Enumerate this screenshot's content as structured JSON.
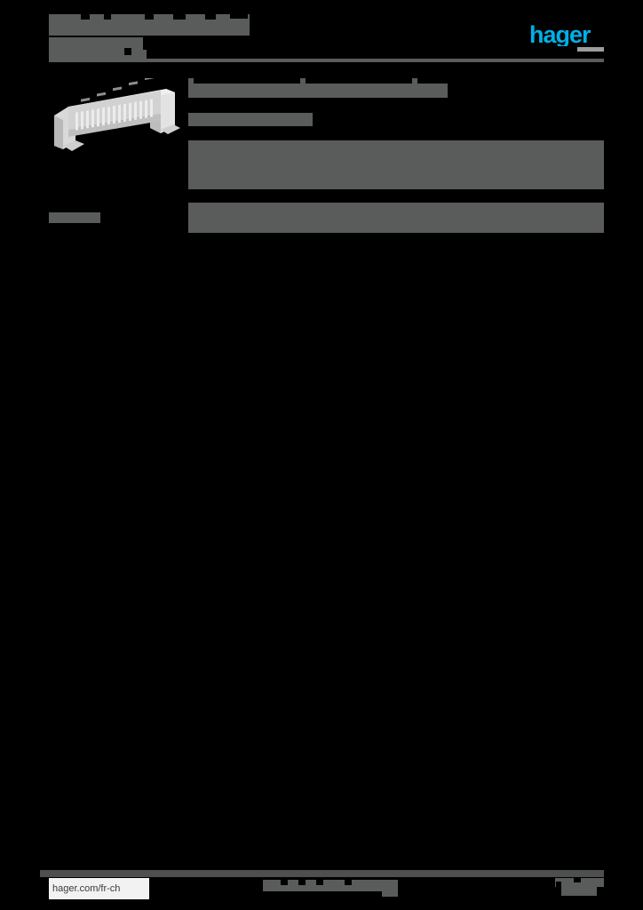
{
  "document": {
    "type": "product-datasheet",
    "page_background": "#000000",
    "redaction_color": "#5a5c5c",
    "title_line_1": "",
    "title_line_2": ""
  },
  "brand": {
    "logo_text": "hager",
    "logo_color": "#00b0e6",
    "logo_underline_color": "#9d9d9d"
  },
  "product_image": {
    "icon": "busbar-terminal-block-image",
    "alt": "",
    "color": "#dcdcdc"
  },
  "description": {
    "line_1": "",
    "line_2": ""
  },
  "content_blocks": [
    {
      "name": "specification-block-1",
      "text": ""
    },
    {
      "name": "specification-block-2",
      "text": ""
    }
  ],
  "row_label": {
    "text": ""
  },
  "footer": {
    "url": "hager.com/fr-ch",
    "center_text": "",
    "right_text": "",
    "right_text_2": ""
  }
}
